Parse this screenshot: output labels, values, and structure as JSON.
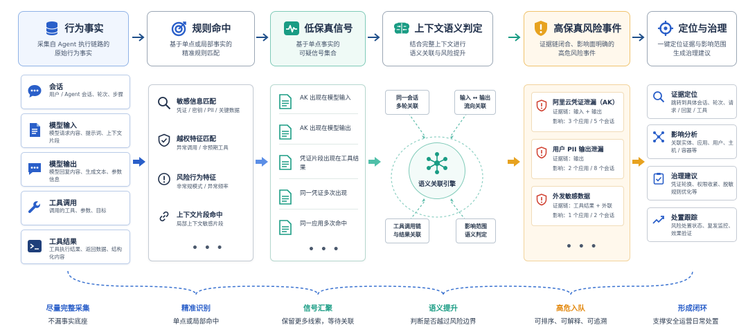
{
  "stages": [
    {
      "title": "行为事实",
      "desc1": "采集自 Agent 执行链路的",
      "desc2": "原始行为事实"
    },
    {
      "title": "规则命中",
      "desc1": "基于单点或局部事实的",
      "desc2": "精准规则匹配"
    },
    {
      "title": "低保真信号",
      "desc1": "基于单点事实的",
      "desc2": "可疑信号集合"
    },
    {
      "title": "上下文语义判定",
      "desc1": "结合完整上下文进行",
      "desc2": "语义关联与风险提升"
    },
    {
      "title": "高保真风险事件",
      "desc1": "证据链闭合、影响面明确的",
      "desc2": "高危风险事件"
    },
    {
      "title": "定位与治理",
      "desc1": "一键定位证据与影响范围",
      "desc2": "生成治理建议"
    }
  ],
  "facts": [
    {
      "title": "会话",
      "desc": "用户 / Agent 会话、轮次、步骤"
    },
    {
      "title": "模型输入",
      "desc": "模型请求内容、提示词、上下文片段"
    },
    {
      "title": "模型输出",
      "desc": "模型回复内容、生成文本、参数信息"
    },
    {
      "title": "工具调用",
      "desc": "调用的工具、参数、目标"
    },
    {
      "title": "工具结果",
      "desc": "工具执行结果、返回数据、结构化内容"
    }
  ],
  "rules": [
    {
      "title": "敏感信息匹配",
      "desc": "凭证 / 密钥 / PII / 关键数据"
    },
    {
      "title": "越权特征匹配",
      "desc": "异常调用 / 非预期工具"
    },
    {
      "title": "风险行为特征",
      "desc": "非常规模式 / 异常频率"
    },
    {
      "title": "上下文片段命中",
      "desc": "局部上下文敏感片段"
    }
  ],
  "signals": [
    "AK 出现在模型输入",
    "AK 出现在模型输出",
    "凭证片段出现在工具结果",
    "同一凭证多次出现",
    "同一应用多次命中"
  ],
  "semantic": {
    "engine": "语义关联引擎",
    "tl_1": "同一会话",
    "tl_2": "多轮关联",
    "tr_1": "输入 ↔ 输出",
    "tr_2": "流向关联",
    "bl_1": "工具调用链",
    "bl_2": "与结果关联",
    "br_1": "影响范围",
    "br_2": "语义判定"
  },
  "events": [
    {
      "title": "阿里云凭证泄漏（AK）",
      "ev": "证据链：输入 + 输出",
      "impact": "影响：3 个应用 / 5 个会话"
    },
    {
      "title": "用户 PII 输出泄漏",
      "ev": "证据链：输出",
      "impact": "影响：2 个应用 / 8 个会话"
    },
    {
      "title": "外发敏感数据",
      "ev": "证据链：工具结果 + 外联",
      "impact": "影响：1 个应用 / 2 个会话"
    }
  ],
  "governance": [
    {
      "title": "证据定位",
      "desc": "跳转到具体会话、轮次、请求 / 回复 / 工具"
    },
    {
      "title": "影响分析",
      "desc": "关联实体、应用、用户、主机 / 容器等"
    },
    {
      "title": "治理建议",
      "desc": "凭证轮换、权限收紧、脱敏规则优化等"
    },
    {
      "title": "处置跟踪",
      "desc": "风险处置状态、复发监控、效果验证"
    }
  ],
  "ellipsis": "• • •",
  "bottom": [
    {
      "title": "尽量完整采集",
      "desc": "不漏事实底座"
    },
    {
      "title": "精准识别",
      "desc": "单点或局部命中"
    },
    {
      "title": "信号汇聚",
      "desc": "保留更多线索，等待关联"
    },
    {
      "title": "语义提升",
      "desc": "判断是否越过风险边界"
    },
    {
      "title": "高危入队",
      "desc": "可排序、可解释、可追溯"
    },
    {
      "title": "形成闭环",
      "desc": "支撑安全运营日常处置"
    }
  ],
  "colors": {
    "blue": "#2a5fc9",
    "teal": "#1a9c84",
    "amber": "#e7a21f",
    "navy": "#1f2f4a",
    "red": "#d04030"
  }
}
